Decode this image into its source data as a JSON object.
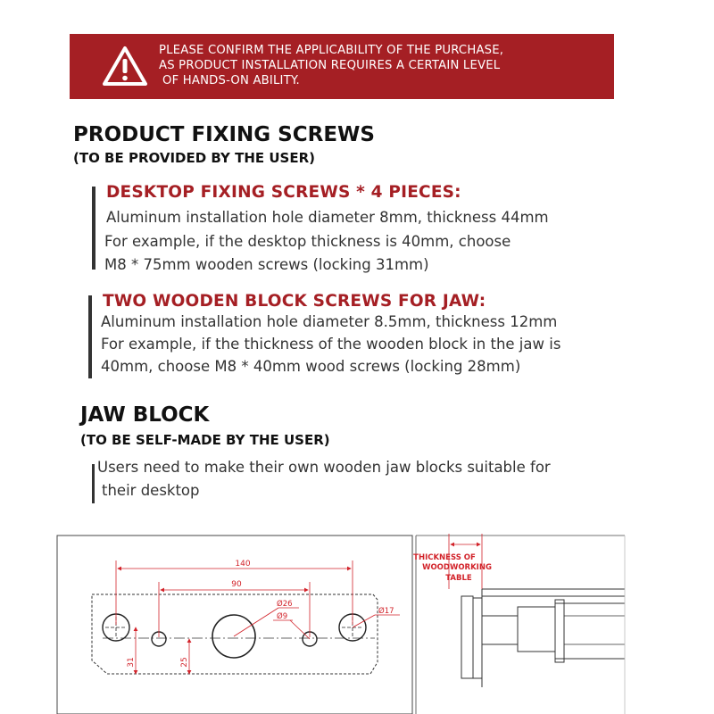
{
  "warning": {
    "lines": [
      "PLEASE CONFIRM THE APPLICABILITY OF THE PURCHASE,",
      "AS PRODUCT INSTALLATION REQUIRES A CERTAIN LEVEL",
      "OF HANDS-ON ABILITY."
    ],
    "color": "#a51f24"
  },
  "fixing_screws": {
    "title": "PRODUCT FIXING SCREWS",
    "subtitle": "(TO BE PROVIDED BY THE USER)",
    "desktop": {
      "title": "DESKTOP FIXING SCREWS * 4 PIECES:",
      "lines": [
        "Aluminum installation hole diameter 8mm, thickness 44mm",
        "For example, if the desktop thickness is 40mm, choose",
        "M8 * 75mm wooden screws (locking 31mm)"
      ]
    },
    "jaw": {
      "title": "TWO WOODEN BLOCK SCREWS FOR JAW:",
      "lines": [
        "Aluminum installation hole diameter 8.5mm, thickness 12mm",
        "For example, if the thickness of the wooden block in the jaw is",
        "40mm, choose M8 * 40mm wood screws (locking 28mm)"
      ]
    }
  },
  "jaw_block": {
    "title": "JAW BLOCK",
    "subtitle": "(TO BE SELF-MADE BY THE USER)",
    "lines": [
      "Users need to make their own wooden jaw blocks suitable for",
      "their desktop"
    ]
  },
  "drawing": {
    "dim_140": "140",
    "dim_90": "90",
    "dim_26": "Ø26",
    "dim_9": "Ø9",
    "dim_17": "Ø17",
    "dim_31": "31",
    "dim_25": "25",
    "thickness_label": [
      "THICKNESS OF",
      "WOODWORKING",
      "TABLE"
    ],
    "accent": "#d2232a"
  }
}
